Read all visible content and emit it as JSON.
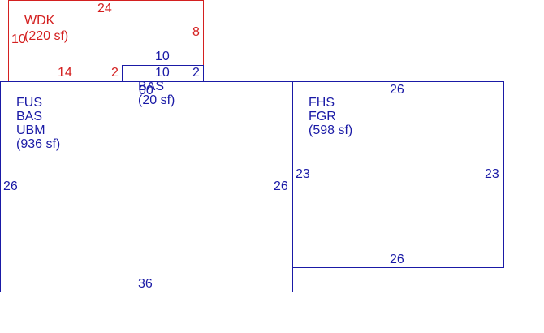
{
  "colors": {
    "deck": "#d42020",
    "building": "#1a1aa6",
    "background": "#ffffff"
  },
  "areas": {
    "deck": {
      "codes": [
        "WDK"
      ],
      "area_label": "(220 sf)",
      "dims": {
        "top": "24",
        "left": "10",
        "right": "8",
        "bottom": "14",
        "step": "2"
      }
    },
    "small_bas": {
      "code": "BAS",
      "area_label": "(20 sf)",
      "overlap_text": "00",
      "dims": {
        "top": "10",
        "inner": "10",
        "left": "2",
        "right": "2"
      }
    },
    "main": {
      "codes": [
        "FUS",
        "BAS",
        "UBM"
      ],
      "area_label": "(936 sf)",
      "dims": {
        "left": "26",
        "right": "26",
        "bottom": "36"
      }
    },
    "garage": {
      "codes": [
        "FHS",
        "FGR"
      ],
      "area_label": "(598 sf)",
      "dims": {
        "top": "26",
        "bottom": "26",
        "left": "23",
        "right": "23"
      }
    }
  }
}
